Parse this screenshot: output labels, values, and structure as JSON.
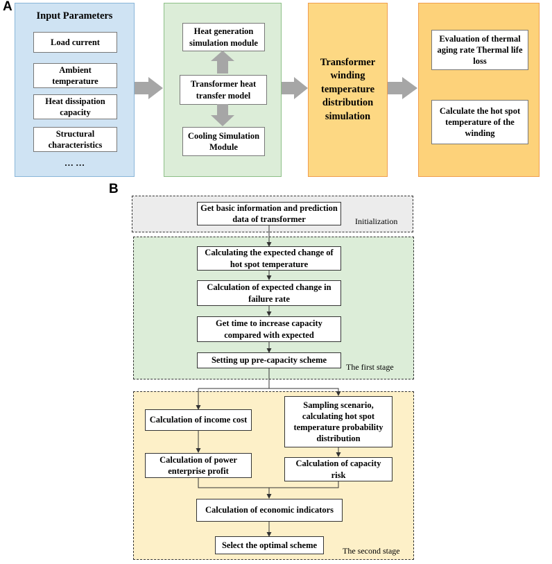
{
  "panel_a": {
    "letter": "A",
    "input": {
      "title": "Input Parameters",
      "items": [
        "Load current",
        "Ambient temperature",
        "Heat dissipation capacity",
        "Structural characteristics",
        "… …"
      ]
    },
    "model": {
      "top": "Heat generation simulation module",
      "middle": "Transformer heat transfer model",
      "bottom": "Cooling Simulation Module"
    },
    "simulation": {
      "label": "Transformer winding temperature distribution simulation"
    },
    "outputs": {
      "top": "Evaluation of thermal aging rate Thermal life loss",
      "bottom": "Calculate the hot spot temperature of the winding"
    },
    "colors": {
      "input_fill": "#cfe3f3",
      "input_border": "#88b5d8",
      "model_fill": "#dcedd8",
      "model_border": "#8cbf86",
      "sim_fill": "#fdd883",
      "sim_border": "#ef9d4f",
      "out_fill": "#fdd27a",
      "out_border": "#ef9d4f",
      "arrow": "#a6a6a6"
    }
  },
  "panel_b": {
    "letter": "B",
    "stages": {
      "initialization": "Initialization",
      "first": "The first stage",
      "second": "The second stage"
    },
    "nodes": {
      "basic_info": "Get basic information and prediction data of transformer",
      "hot_spot_change": "Calculating the expected change of hot spot temperature",
      "failure_rate": "Calculation of expected change in failure rate",
      "time_increase": "Get time to increase capacity compared with expected",
      "pre_capacity": "Setting up pre-capacity scheme",
      "income_cost": "Calculation of income cost",
      "power_profit": "Calculation of power enterprise profit",
      "sampling": "Sampling scenario, calculating hot spot temperature probability distribution",
      "capacity_risk": "Calculation of capacity risk",
      "economic": "Calculation of economic indicators",
      "optimal": "Select the optimal scheme"
    },
    "colors": {
      "init_fill": "#ececec",
      "first_fill": "#dcedd8",
      "second_fill": "#fdf0c8",
      "line": "#333333"
    }
  }
}
